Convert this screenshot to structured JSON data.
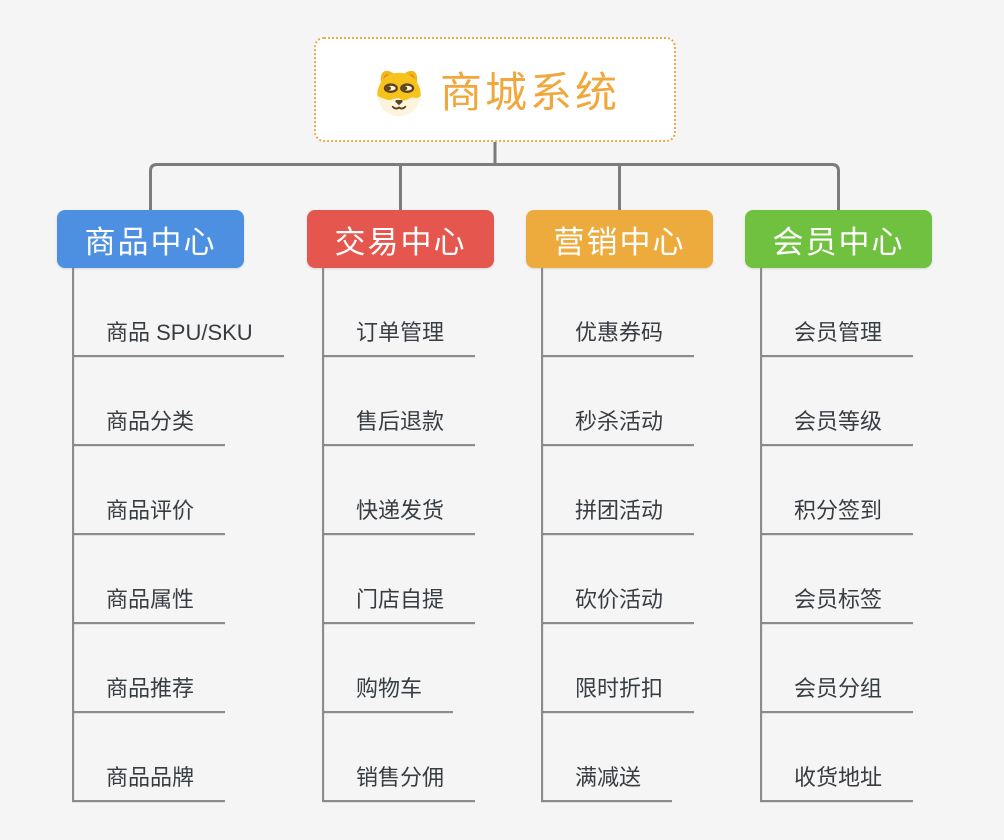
{
  "canvas": {
    "background": "#f5f5f6",
    "connector_color": "#7c7c7c",
    "underline_color": "#8c8c8c"
  },
  "root": {
    "title": "商城系统",
    "icon": "doge-icon",
    "text_color": "#f0a73c",
    "border_color": "#e9aa4e"
  },
  "branches": [
    {
      "label": "商品中心",
      "color": "#4d90e2",
      "items": [
        "商品 SPU/SKU",
        "商品分类",
        "商品评价",
        "商品属性",
        "商品推荐",
        "商品品牌"
      ]
    },
    {
      "label": "交易中心",
      "color": "#e5564e",
      "items": [
        "订单管理",
        "售后退款",
        "快递发货",
        "门店自提",
        "购物车",
        "销售分佣"
      ]
    },
    {
      "label": "营销中心",
      "color": "#ecab3c",
      "items": [
        "优惠券码",
        "秒杀活动",
        "拼团活动",
        "砍价活动",
        "限时折扣",
        "满减送"
      ]
    },
    {
      "label": "会员中心",
      "color": "#70c13f",
      "items": [
        "会员管理",
        "会员等级",
        "积分签到",
        "会员标签",
        "会员分组",
        "收货地址"
      ]
    }
  ]
}
